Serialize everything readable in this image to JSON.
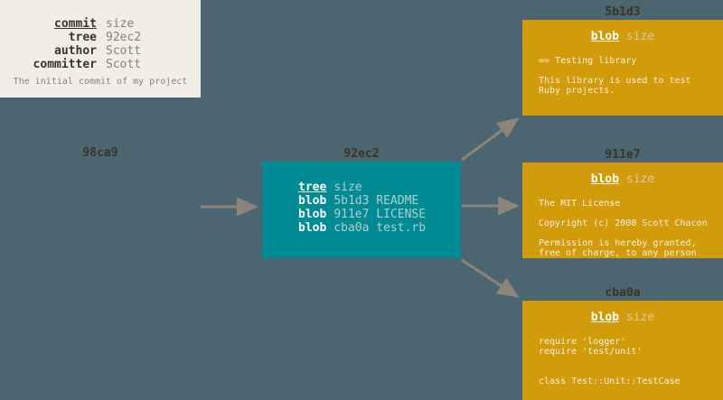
{
  "diagram": {
    "title_meaning": "git commit object pointing to tree object pointing to blob objects",
    "colors": {
      "background": "#4c6671",
      "commit_box": "#f0eee6",
      "tree_box": "#008a93",
      "blob_box": "#d19b09",
      "arrow": "#8c8478",
      "hash_text": "#3b3425",
      "muted_text": "#8b8275",
      "tree_value_text": "#aed0ca",
      "blob_size_text": "#dbcaa5",
      "blob_body_text": "#f6efe3"
    },
    "commit": {
      "header": "98ca9",
      "rows": [
        {
          "key": "commit",
          "value": "size"
        },
        {
          "key": "tree",
          "value": "92ec2"
        },
        {
          "key": "author",
          "value": "Scott"
        },
        {
          "key": "committer",
          "value": "Scott"
        }
      ],
      "description": "The initial commit of my project"
    },
    "tree": {
      "header": "92ec2",
      "rows": [
        {
          "key": "tree",
          "value": "size"
        },
        {
          "key": "blob",
          "value": "5b1d3 README"
        },
        {
          "key": "blob",
          "value": "911e7 LICENSE"
        },
        {
          "key": "blob",
          "value": "cba0a test.rb"
        }
      ]
    },
    "blobs": [
      {
        "header": "5b1d3",
        "type": "blob",
        "size": "size",
        "lines": [
          "== Testing library",
          "",
          "This library is used to test",
          "Ruby projects."
        ]
      },
      {
        "header": "911e7",
        "type": "blob",
        "size": "size",
        "lines": [
          "The MIT License",
          "",
          "Copyright (c) 2008 Scott Chacon",
          "",
          "Permission is hereby granted,",
          "free of charge, to any person"
        ]
      },
      {
        "header": "cba0a",
        "type": "blob",
        "size": "size",
        "lines": [
          "require 'logger'",
          "require 'test/unit'",
          "",
          "",
          "class Test::Unit::TestCase"
        ]
      }
    ]
  }
}
